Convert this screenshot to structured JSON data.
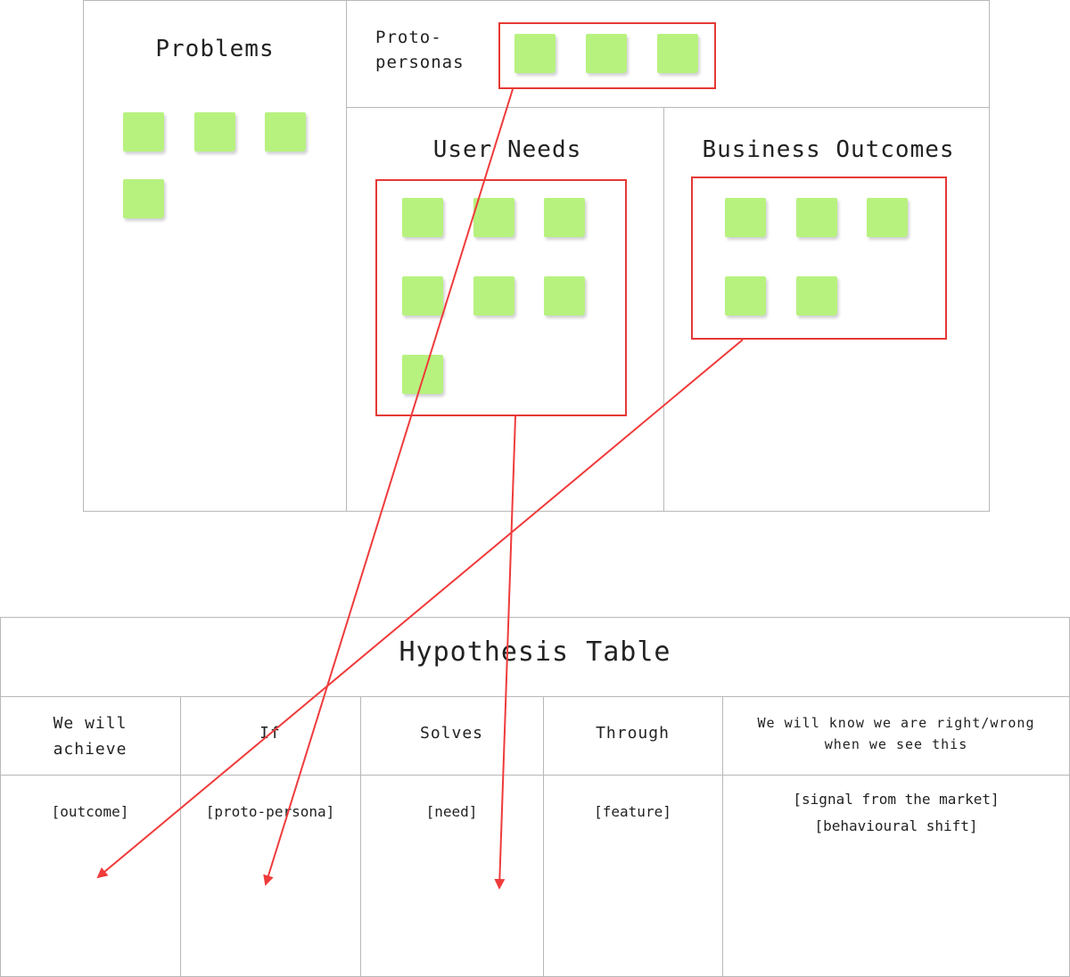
{
  "canvas": {
    "problems": {
      "title": "Problems",
      "sticky_count": 4
    },
    "proto_personas": {
      "title": "Proto-\npersonas",
      "sticky_count": 3
    },
    "user_needs": {
      "title": "User Needs",
      "sticky_count": 7
    },
    "business_outcomes": {
      "title": "Business Outcomes",
      "sticky_count": 5
    }
  },
  "hypothesis_table": {
    "title": "Hypothesis Table",
    "columns": [
      {
        "header": "We will\nachieve",
        "value": "[outcome]"
      },
      {
        "header": "If",
        "value": "[proto-persona]"
      },
      {
        "header": "Solves",
        "value": "[need]"
      },
      {
        "header": "Through",
        "value": "[feature]"
      },
      {
        "header": "We will know we are right/wrong\nwhen we see this",
        "value": "[signal from the market]\n[behavioural shift]"
      }
    ]
  },
  "colors": {
    "sticky": "#b7f27f",
    "highlight": "#e53935",
    "arrow": "#ef3b3b",
    "border": "#b8b8b8"
  }
}
